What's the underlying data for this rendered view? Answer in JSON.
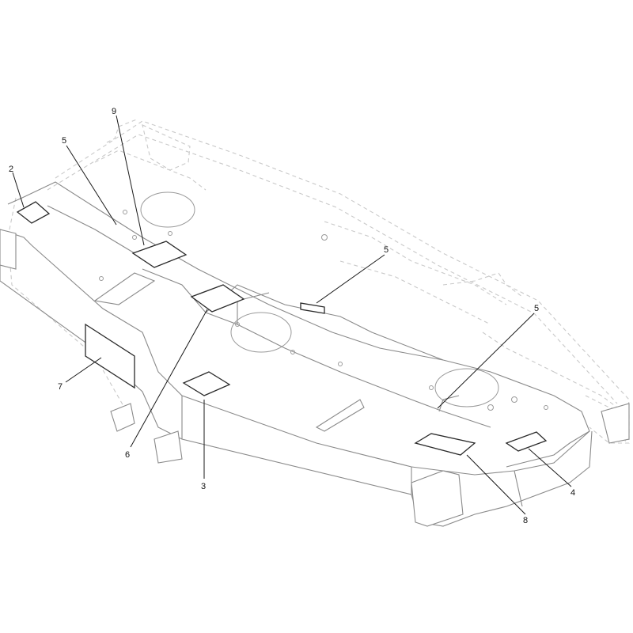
{
  "callouts": [
    {
      "id": "c2",
      "label": "2"
    },
    {
      "id": "c5a",
      "label": "5"
    },
    {
      "id": "c9",
      "label": "9"
    },
    {
      "id": "c5b",
      "label": "5"
    },
    {
      "id": "c5c",
      "label": "5"
    },
    {
      "id": "c7",
      "label": "7"
    },
    {
      "id": "c6",
      "label": "6"
    },
    {
      "id": "c3",
      "label": "3"
    },
    {
      "id": "c8",
      "label": "8"
    },
    {
      "id": "c4",
      "label": "4"
    }
  ],
  "colors": {
    "background": "#ffffff",
    "ghost_outline": "#c9c9c9",
    "part_outline": "#8a8a8a",
    "decal_outline": "#2a2a2a",
    "callout": "#1a1a1a"
  }
}
